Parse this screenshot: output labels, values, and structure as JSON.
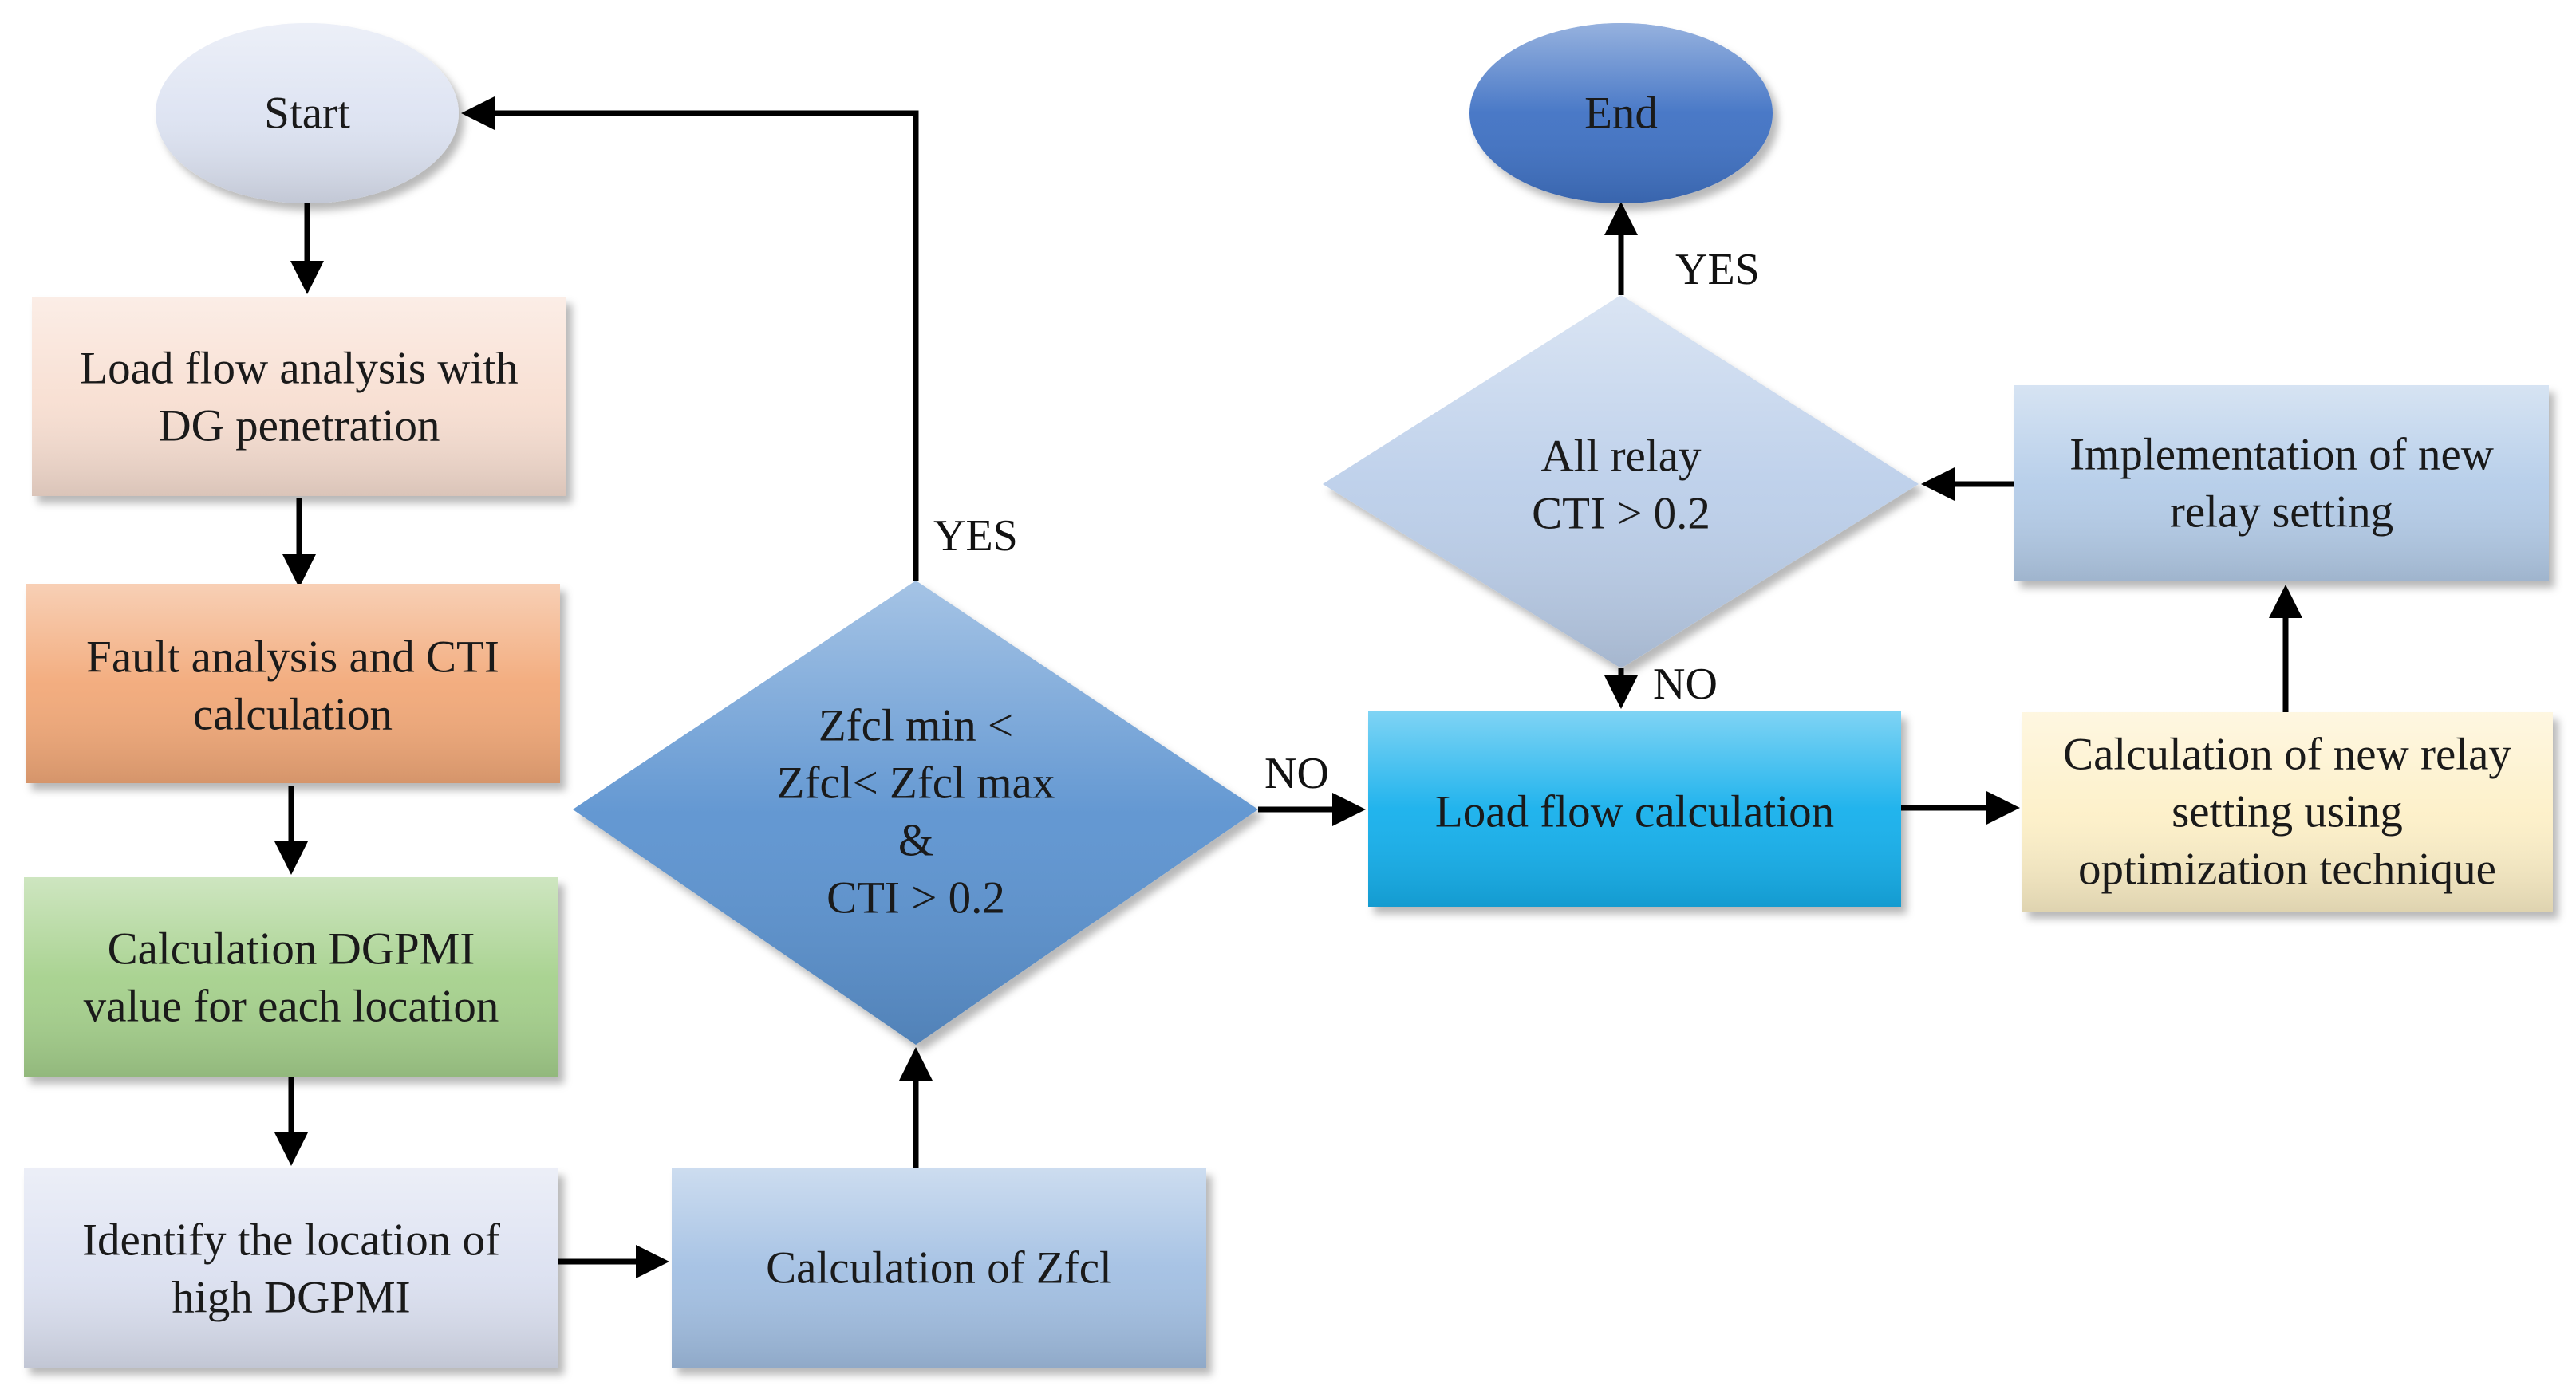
{
  "nodes": {
    "start": {
      "lines": [
        "Start"
      ],
      "fill": "#dde3f2"
    },
    "load_flow_dg": {
      "lines": [
        "Load flow analysis with",
        "DG penetration"
      ],
      "fill": "#f8dfd2"
    },
    "fault_analysis": {
      "lines": [
        "Fault analysis  and CTI",
        "calculation"
      ],
      "fill": "#f2a979"
    },
    "calc_dgpmi": {
      "lines": [
        "Calculation DGPMI",
        "value for each location"
      ],
      "fill": "#a6d18d"
    },
    "identify_location": {
      "lines": [
        "Identify the location of",
        "high DGPMI"
      ],
      "fill": "#dce1f1"
    },
    "calc_zfcl": {
      "lines": [
        "Calculation of Zfcl"
      ],
      "fill": "#a3c0e3"
    },
    "zfcl_check": {
      "lines": [
        "Zfcl min <",
        "Zfcl< Zfcl max",
        "&",
        "CTI > 0.2"
      ],
      "fill": "#5b93d0"
    },
    "load_flow_calc": {
      "lines": [
        "Load flow calculation"
      ],
      "fill": "#16b0ec"
    },
    "calc_new_relay": {
      "lines": [
        "Calculation of new relay",
        "setting using",
        "optimization technique"
      ],
      "fill": "#fdf0c8"
    },
    "impl_relay": {
      "lines": [
        "Implementation of new",
        "relay setting"
      ],
      "fill": "#b5cde9"
    },
    "all_relay_check": {
      "lines": [
        "All relay",
        "CTI > 0.2"
      ],
      "fill": "#bccfea"
    },
    "end": {
      "lines": [
        "End"
      ],
      "fill": "#4172c4"
    }
  },
  "edge_labels": {
    "zfcl_yes": "YES",
    "zfcl_no": "NO",
    "relay_yes": "YES",
    "relay_no": "NO"
  },
  "colors": {
    "connector": "#000000",
    "text": "#1a1a1a"
  }
}
